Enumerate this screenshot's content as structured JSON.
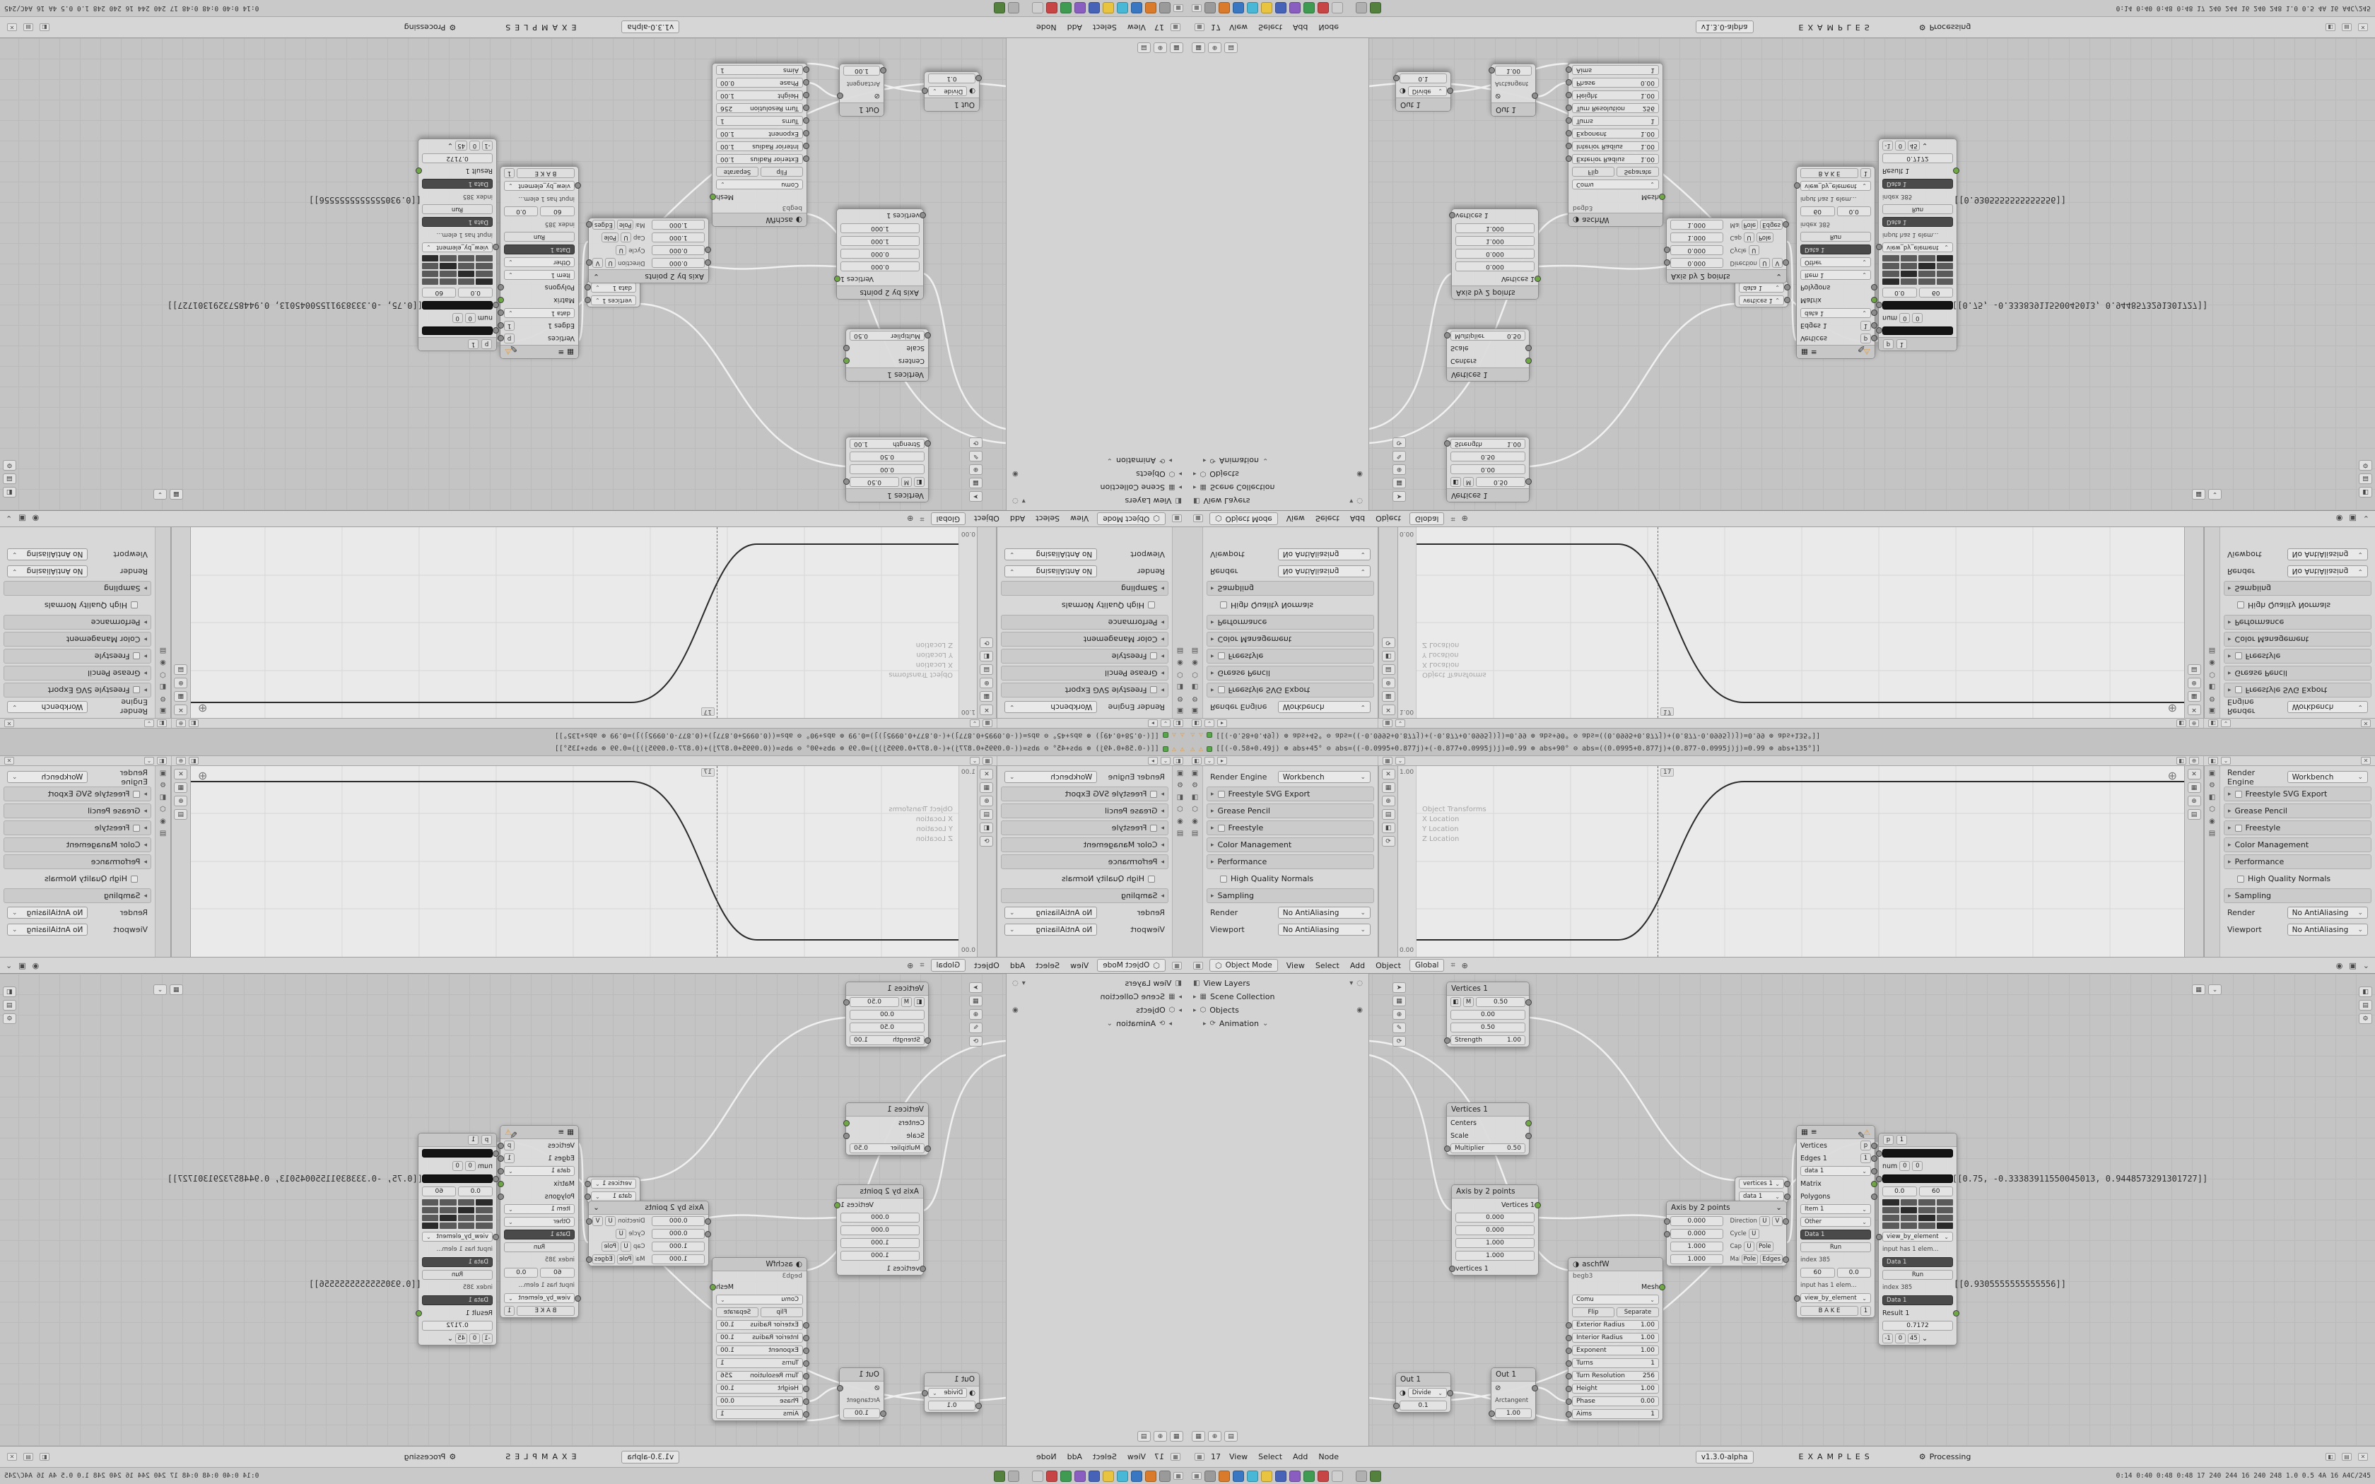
{
  "seam": {
    "annotation": "[[(-0.58+0.49j) ⊕ abs+45° ⊖ abs=((-0.0995+0.877j)+(-0.877+0.0995j)j)=0.99 ⊕ abs+90° ⊖ abs=((0.0995+0.877j)+(0.877-0.0995j)j)=0.99 ⊕ abs+135°]]"
  },
  "taskbar": {
    "stats": "0:14  0:40  0:48  0:48   17 240 244   16 240 248   1.0  0.5   4A 16   A4C/245",
    "icon_colors": [
      "#9a9a9a",
      "#d97b2a",
      "#3a77c2",
      "#49b8d6",
      "#e8c441",
      "#4663b8",
      "#8a5ec0",
      "#3f9a52",
      "#c74545",
      "#cfcfcf",
      "#b0b0b0",
      "#55813f"
    ]
  },
  "props": {
    "render_engine_label": "Render Engine",
    "render_engine_value": "Workbench",
    "panel_freestyle_svg": "Freestyle SVG Export",
    "panel_grease_pencil": "Grease Pencil",
    "panel_freestyle": "Freestyle",
    "panel_color_management": "Color Management",
    "panel_performance": "Performance",
    "check_high_quality_normals": "High Quality Normals",
    "panel_sampling": "Sampling",
    "render_aa_label": "Render",
    "render_aa_value": "No AntiAliasing",
    "viewport_aa_label": "Viewport",
    "viewport_aa_value": "No AntiAliasing"
  },
  "curve_editor": {
    "tick_top": "1.00",
    "tick_bottom": "0.00",
    "playhead_label": "17",
    "ch1": "Object Transforms",
    "ch2": "X Location",
    "ch3": "Y Location",
    "ch4": "Z Location"
  },
  "viewport_header": {
    "mode": "Object Mode",
    "view": "View",
    "select": "Select",
    "add": "Add",
    "object": "Object",
    "orientation": "Global"
  },
  "outliner": {
    "display_mode": "View Layers",
    "scene_collection": "Scene Collection",
    "objects": "Objects",
    "animation": "Animation"
  },
  "status_bar": {
    "frame": "17",
    "view": "View",
    "select": "Select",
    "add": "Add",
    "node": "Node",
    "version": "v1.3.0-alpha",
    "workspace": "EXAMPLES",
    "status": "Processing"
  },
  "annotations": {
    "vector": "[[0.75, -0.33383911550045013, 0.9448573291301727]]",
    "scalar": "[[0.9305555555555556]]"
  },
  "nodes": {
    "strength": {
      "title": "Vertices 1",
      "m_btn": "M",
      "v1": "0.50",
      "v2": "0.00",
      "v3": "0.50",
      "footer_label": "Strength",
      "footer_value": "1.00"
    },
    "centers": {
      "title": "Vertices 1",
      "r1": "Centers",
      "r2": "Scale",
      "r3_label": "Multiplier",
      "r3_value": "0.50"
    },
    "axis_a": {
      "title": "Axis by 2 points",
      "out": "Vertices 1",
      "v1": "0.000",
      "v2": "0.000",
      "v3": "1.000",
      "v4": "1.000",
      "in": "vertices 1"
    },
    "spiral": {
      "name": "aschfW",
      "subname": "begb3",
      "out": "Mesh",
      "mode": "Comu",
      "flip": "Flip",
      "separate": "Separate",
      "p1l": "Exterior Radius",
      "p1v": "1.00",
      "p2l": "Interior Radius",
      "p2v": "1.00",
      "p3l": "Exponent",
      "p3v": "1.00",
      "p4l": "Turns",
      "p4v": "1",
      "p5l": "Turn Resolution",
      "p5v": "256",
      "p6l": "Height",
      "p6v": "1.00",
      "p7l": "Phase",
      "p7v": "0.00",
      "p8l": "Aims",
      "p8v": "1"
    },
    "mini": {
      "r1": "vertices 1",
      "r2": "data 1"
    },
    "axis_b": {
      "title": "Axis by 2 points",
      "v1": "0.000",
      "v2": "0.000",
      "v3": "1.000",
      "v4": "1.000",
      "g1l": "Direction",
      "g1a": "U",
      "g1b": "V",
      "g2l": "Cycle",
      "g2a": "U",
      "g3l": "Cap",
      "g3a": "U",
      "g3b": "Pole",
      "g4l": "Make",
      "g4a": "Pole",
      "g4b": "Edges"
    },
    "script_a": {
      "r1l": "Vertices",
      "r1b": "p",
      "r2l": "Edges 1",
      "r2b": "1",
      "r3": "data 1",
      "r4": "Matrix",
      "r5": "Polygons",
      "r6": "Item 1",
      "r7": "Other",
      "r8": "Data 1",
      "r9": "Run",
      "r10": "index 385",
      "r11a": "60",
      "r11b": "0.0",
      "r12": "input has 1 elem...",
      "r13": "view_by_element",
      "r14": "B A K E",
      "r14b": "1"
    },
    "script_b": {
      "h1": "p",
      "h2": "1",
      "num": "num",
      "n0a": "0",
      "n0b": "0",
      "f1": "0.0",
      "f2": "60",
      "view": "view_by_element",
      "elem": "input has 1 elem...",
      "d1": "Data 1",
      "run": "Run",
      "index": "index 385",
      "d2": "Data 1",
      "result": "Result 1",
      "val": "0.7172",
      "b1": "-1",
      "b2": "0",
      "b3": "45"
    },
    "math_a": {
      "title": "Out 1",
      "op": "Divide",
      "val": "0.1"
    },
    "math_b": {
      "title": "Out 1",
      "op": "Arctangent",
      "val": "1.00"
    }
  },
  "icons": {
    "warning": "⚠",
    "close": "✕",
    "grid": "▦",
    "menu": "≡",
    "chevron": "⌄",
    "tri_right": "▸",
    "tri_down": "▾",
    "eye": "◉",
    "gear": "⚙",
    "pencil": "✎",
    "plus": "⊕",
    "circle_half": "◑",
    "slash_circle": "⊘",
    "crosshair": "⊕",
    "hex": "⬡",
    "refresh": "⟳",
    "tab": "▤",
    "swatch": "▣",
    "search": "◌",
    "magnet": "⌗",
    "cursor": "➤",
    "panel": "◧"
  }
}
